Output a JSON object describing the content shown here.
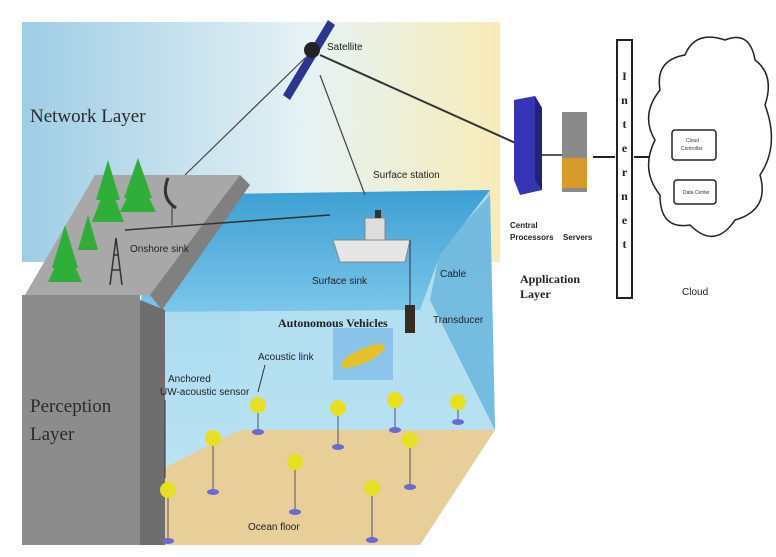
{
  "layers": {
    "network": "Network Layer",
    "perception_line1": "Perception",
    "perception_line2": "Layer",
    "application_line1": "Application",
    "application_line2": "Layer"
  },
  "labels": {
    "satellite": "Satellite",
    "surface_station": "Surface station",
    "onshore_sink": "Onshore sink",
    "surface_sink": "Surface sink",
    "cable": "Cable",
    "transducer": "Transducer",
    "autonomous_vehicles": "Autonomous Vehicles",
    "acoustic_link": "Acoustic link",
    "anchored_line1": "Anchored",
    "anchored_line2": "UW-acoustic sensor",
    "ocean_floor": "Ocean floor",
    "central_line1": "Central",
    "central_line2": "Processors",
    "servers": "Servers",
    "internet": [
      "I",
      "n",
      "t",
      "e",
      "r",
      "n",
      "e",
      "t"
    ],
    "cloud": "Cloud",
    "cloud_controller_line1": "Cloud",
    "cloud_controller_line2": "Controller",
    "data_center": "Data Center"
  },
  "colors": {
    "sky": "#9fcde6",
    "sea": "#4aa8d8",
    "underwater": "#a8daf0",
    "land": "#9a9a9a",
    "sand": "#e8cf9a",
    "tree": "#2fae3a",
    "sensor": "#e6e020",
    "anchor": "#6a6ad0",
    "processor": "#3535b5"
  }
}
